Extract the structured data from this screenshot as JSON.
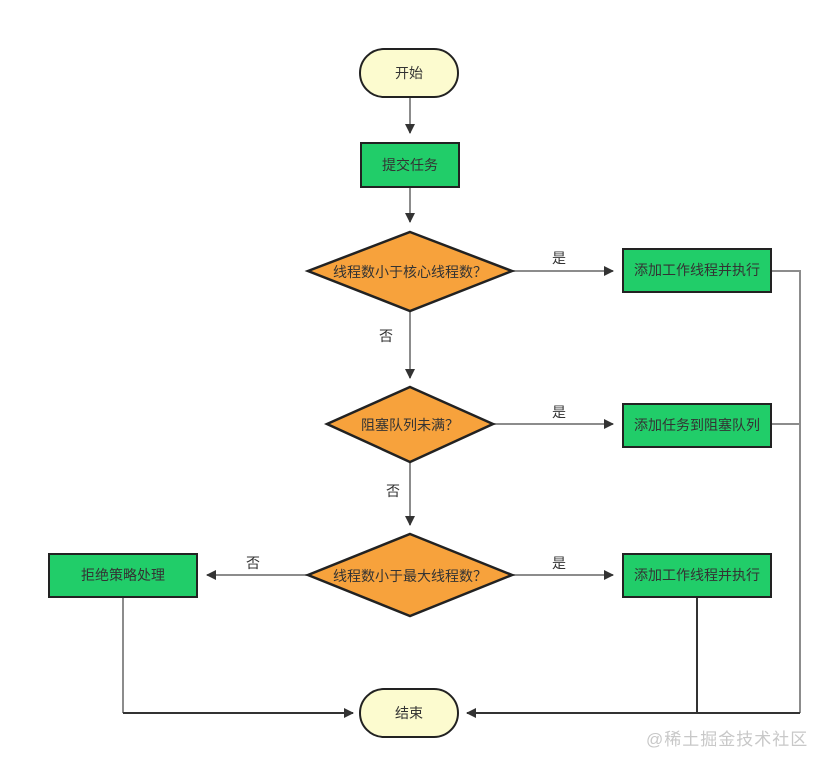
{
  "diagram": {
    "type": "flowchart",
    "watermark": "@稀土掘金技术社区",
    "nodes": {
      "start": {
        "id": "start",
        "shape": "terminal",
        "label": "开始"
      },
      "submit_task": {
        "id": "submit_task",
        "shape": "process",
        "label": "提交任务"
      },
      "check_core": {
        "id": "check_core",
        "shape": "decision",
        "label": "线程数小于核心线程数？"
      },
      "add_worker_exec_1": {
        "id": "add_worker_exec_1",
        "shape": "process",
        "label": "添加工作线程并执行"
      },
      "check_queue": {
        "id": "check_queue",
        "shape": "decision",
        "label": "阻塞队列未满？"
      },
      "add_to_queue": {
        "id": "add_to_queue",
        "shape": "process",
        "label": "添加任务到阻塞队列"
      },
      "check_max": {
        "id": "check_max",
        "shape": "decision",
        "label": "线程数小于最大线程数？"
      },
      "add_worker_exec_2": {
        "id": "add_worker_exec_2",
        "shape": "process",
        "label": "添加工作线程并执行"
      },
      "reject_policy": {
        "id": "reject_policy",
        "shape": "process",
        "label": "拒绝策略处理"
      },
      "end": {
        "id": "end",
        "shape": "terminal",
        "label": "结束"
      }
    },
    "edge_labels": {
      "yes": "是",
      "no": "否"
    },
    "edges": [
      {
        "from": "start",
        "to": "submit_task",
        "label": ""
      },
      {
        "from": "submit_task",
        "to": "check_core",
        "label": ""
      },
      {
        "from": "check_core",
        "to": "add_worker_exec_1",
        "label": "是"
      },
      {
        "from": "check_core",
        "to": "check_queue",
        "label": "否"
      },
      {
        "from": "check_queue",
        "to": "add_to_queue",
        "label": "是"
      },
      {
        "from": "check_queue",
        "to": "check_max",
        "label": "否"
      },
      {
        "from": "check_max",
        "to": "add_worker_exec_2",
        "label": "是"
      },
      {
        "from": "check_max",
        "to": "reject_policy",
        "label": "否"
      },
      {
        "from": "add_worker_exec_1",
        "to": "end",
        "label": ""
      },
      {
        "from": "add_to_queue",
        "to": "end",
        "label": ""
      },
      {
        "from": "add_worker_exec_2",
        "to": "end",
        "label": ""
      },
      {
        "from": "reject_policy",
        "to": "end",
        "label": ""
      }
    ]
  },
  "colors": {
    "bg": "#ffffff",
    "process_fill": "#21CD69",
    "decision_fill": "#F7A23C",
    "terminal_fill": "#FCFBCF",
    "node_border": "#222222",
    "line_gray": "#8c8c8c",
    "line_dark": "#333333",
    "text": "#333333",
    "watermark": "#c8c8c8"
  }
}
